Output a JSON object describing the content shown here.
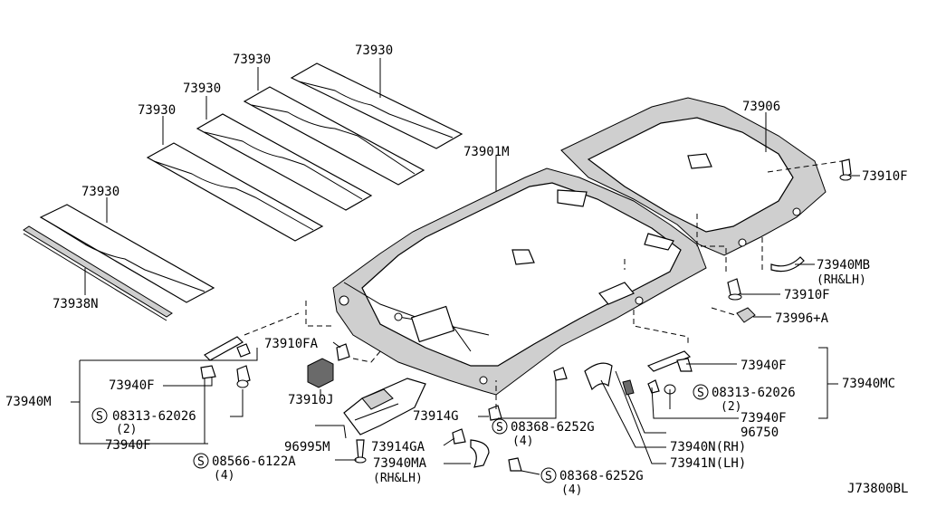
{
  "labels": {
    "l73930_a": "73930",
    "l73930_b": "73930",
    "l73930_c": "73930",
    "l73930_d": "73930",
    "l73930_e": "73930",
    "l73938N": "73938N",
    "l73901M": "73901M",
    "l73906": "73906",
    "l73910F_top": "73910F",
    "l73940MB": "73940MB",
    "l73940MB_sub": "(RH&LH)",
    "l73910F_mid": "73910F",
    "l73996A": "73996+A",
    "l73940F_r1": "73940F",
    "l73940MC": "73940MC",
    "l08313_r": "08313-62026",
    "l08313_r_qty": "(2)",
    "l73940F_r2": "73940F",
    "l96750": "96750",
    "l73940N": "73940N(RH)",
    "l73941N": "73941N(LH)",
    "l08368_a": "08368-6252G",
    "l08368_a_qty": "(4)",
    "l08368_b": "08368-6252G",
    "l08368_b_qty": "(4)",
    "l73914G": "73914G",
    "l73914GA": "73914GA",
    "l73940MA": "73940MA",
    "l73940MA_sub": "(RH&LH)",
    "l96995M": "96995M",
    "l08566": "08566-6122A",
    "l08566_qty": "(4)",
    "l73910J": "73910J",
    "l73910FA": "73910FA",
    "l73940M": "73940M",
    "l73940F_l1": "73940F",
    "l08313_l": "08313-62026",
    "l08313_l_qty": "(2)",
    "l73940F_l2": "73940F",
    "s_symbol": "S",
    "diagram_code": "J73800BL"
  }
}
